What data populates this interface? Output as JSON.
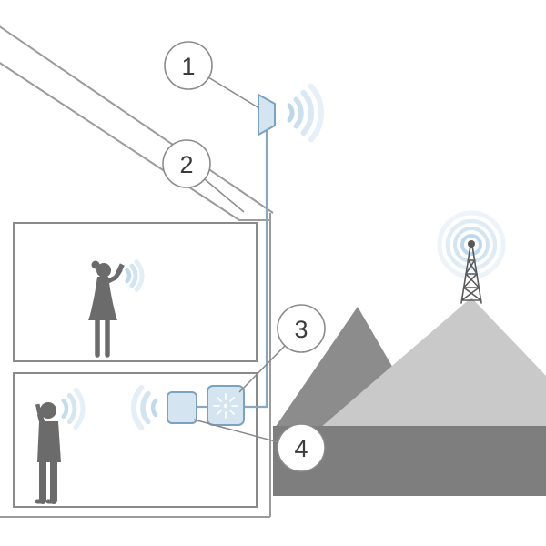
{
  "diagram": {
    "callouts": [
      {
        "label": "1"
      },
      {
        "label": "2"
      },
      {
        "label": "3"
      },
      {
        "label": "4"
      }
    ]
  },
  "colors": {
    "signal": "#b9d5e8",
    "device_fill": "#d4e4f0",
    "device_border": "#7ba3c0",
    "silhouette": "#6b6b6b",
    "mountain_dark": "#8c8c8c",
    "mountain_light": "#c9c9c9",
    "ground_band": "#7e7e7e",
    "house_line": "#9b9b9b",
    "room_line": "#8a8a8a",
    "cable": "#8aa7bd",
    "tower_line": "#5a5a5a",
    "callout_border": "#8a8a8a",
    "callout_text": "#3c3c3c"
  }
}
